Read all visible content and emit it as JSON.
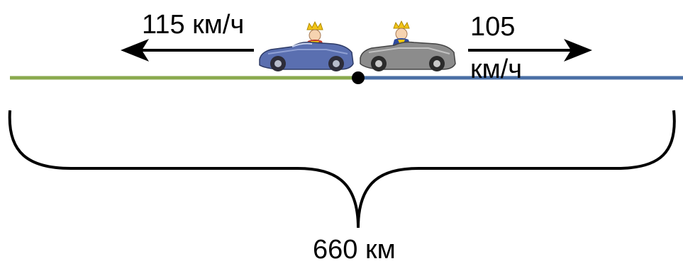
{
  "left_car": {
    "speed_label": "115 км/ч",
    "line_color": "#8aaa4e",
    "body_color": "#5a6fb0"
  },
  "right_car": {
    "speed_label": "105 км/ч",
    "line_color": "#4a6fa5",
    "body_color": "#8c8c8c"
  },
  "distance_label": "660 км",
  "icons": [
    "left-arrow-icon",
    "right-arrow-icon",
    "blue-car-with-queen-icon",
    "grey-car-with-king-icon",
    "start-point-icon",
    "curly-brace-icon"
  ]
}
